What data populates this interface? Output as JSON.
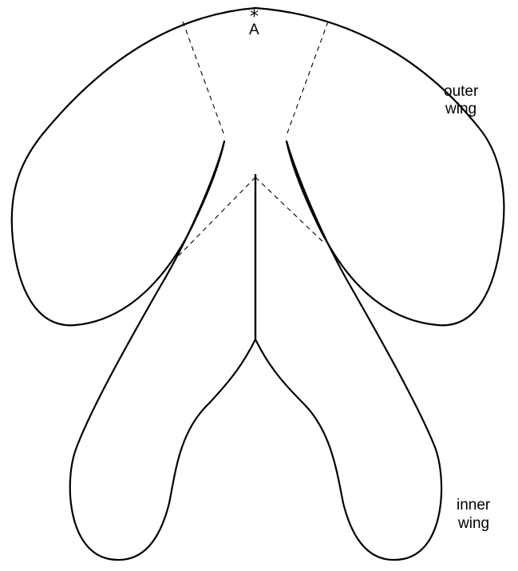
{
  "labels": {
    "point_star": "*",
    "point_name": "A",
    "outer_line1": "outer",
    "outer_line2": "wing",
    "inner_line1": "inner",
    "inner_line2": "wing"
  }
}
